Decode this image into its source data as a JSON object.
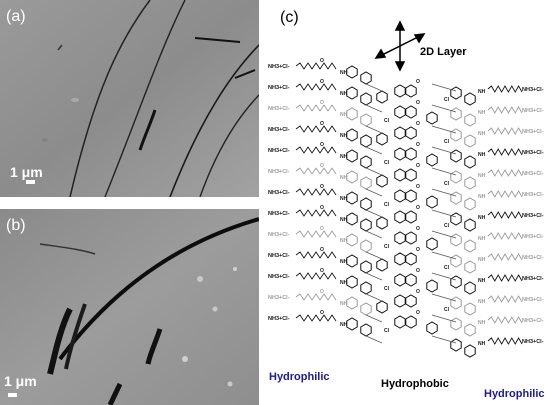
{
  "panel_a": {
    "label": "(a)",
    "scale_text": "1 μm"
  },
  "panel_b": {
    "label": "(b)",
    "scale_text": "1 μm"
  },
  "panel_c": {
    "label": "(c)",
    "layer_label": "2D Layer",
    "amine_label": "NH3+Cl-",
    "atom_labels": {
      "nitrogen": "N",
      "oxygen": "O",
      "chlorine": "Cl",
      "hydrogen": "H"
    },
    "hydrophilic_left": "Hydrophilic",
    "hydrophobic": "Hydrophobic",
    "hydrophilic_right": "Hydrophilic"
  },
  "colors": {
    "hydrophilic": "#1a1aa0",
    "micrograph_gray": "#8e8e8e"
  }
}
